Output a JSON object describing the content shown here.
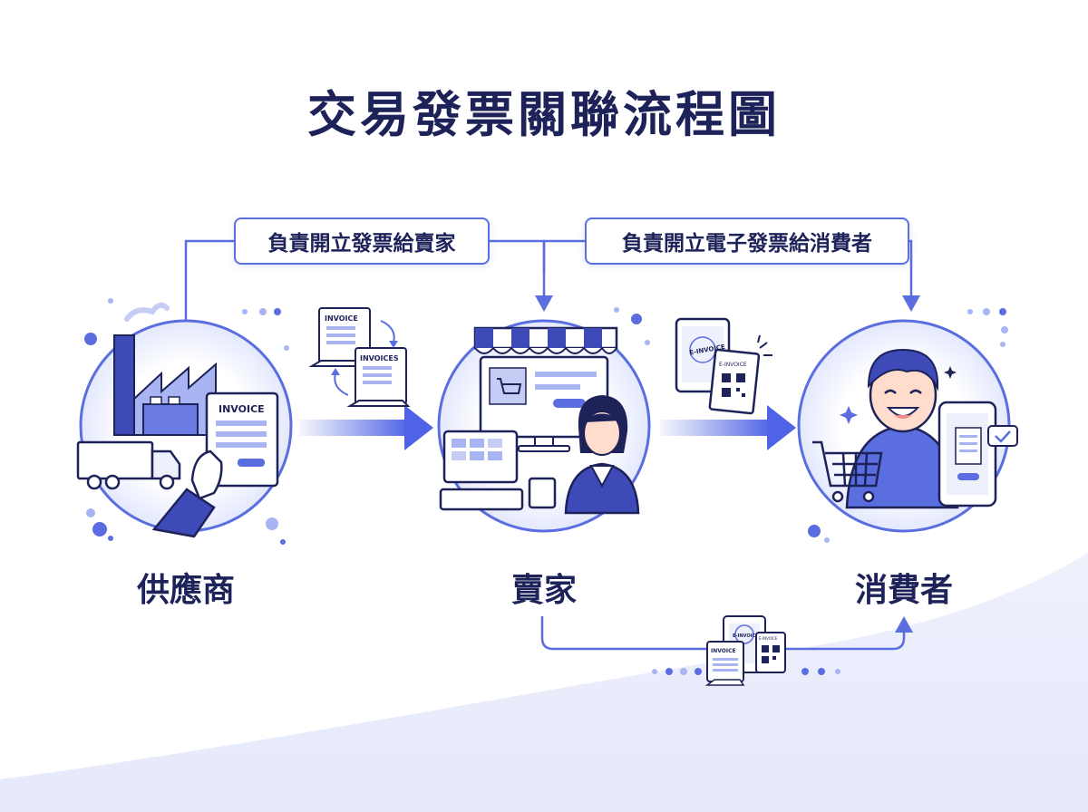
{
  "title": "交易發票關聯流程圖",
  "callouts": {
    "supplier_to_seller": "負責開立發票給賣家",
    "seller_to_consumer": "負責開立電子發票給消費者"
  },
  "nodes": {
    "supplier": "供應商",
    "seller": "賣家",
    "consumer": "消費者"
  },
  "doc_labels": {
    "invoice_factory": "INVOICE",
    "invoice_flow_top": "INVOICE",
    "invoice_flow_bottom": "INVOICES",
    "einvoice_tablet": "E-INVOICE",
    "einvoice_receipt": "E-INVOICE",
    "bottom_invoice": "INVOICE",
    "bottom_einvoice": "E-INVOICE",
    "bottom_einvoice_small": "E-INVOICE"
  },
  "colors": {
    "primary": "#5a6ee0",
    "navy": "#1d2259",
    "light": "#e9ecfc",
    "accent_arrow": "#4f63e6"
  }
}
